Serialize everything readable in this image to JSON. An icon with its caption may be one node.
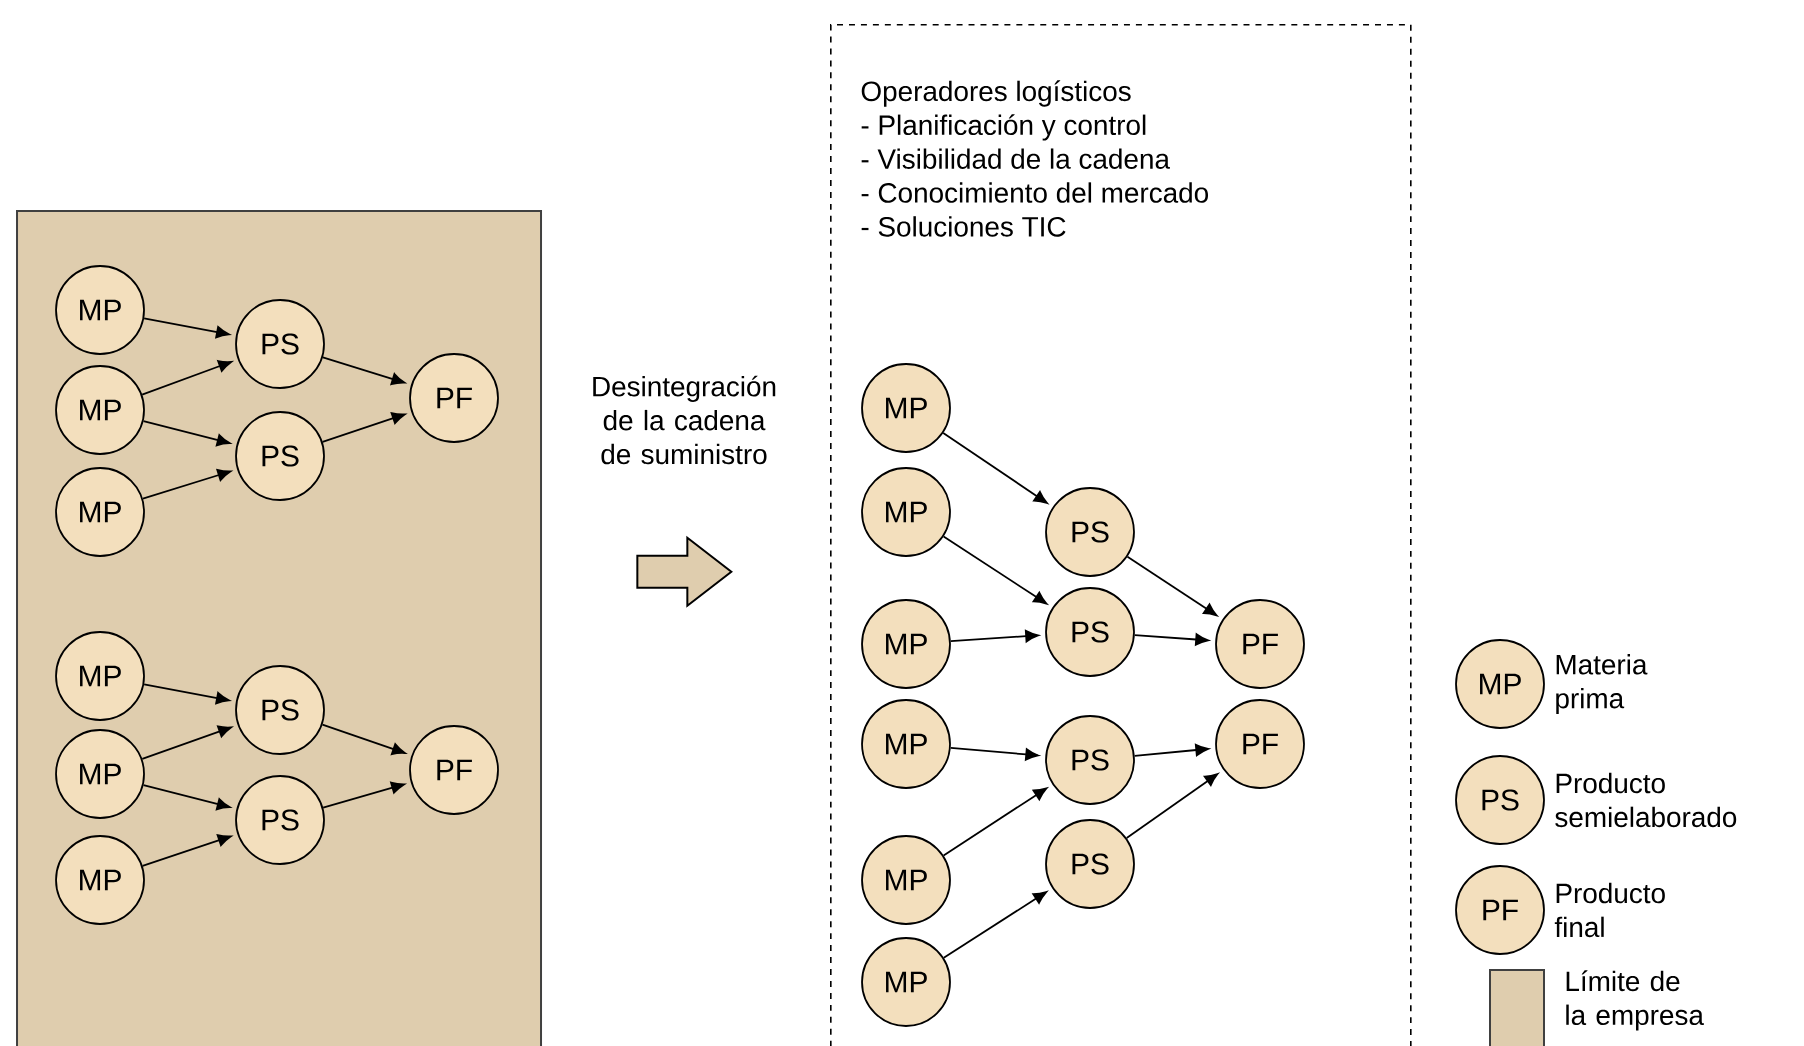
{
  "diagram": {
    "nodes": [
      {
        "text": [],
        "shape": "box"
      },
      {
        "text": [
          "MP"
        ],
        "in": 0
      },
      {
        "text": [
          "MP"
        ],
        "in": 0
      },
      {
        "text": [
          "MP"
        ],
        "in": 0
      },
      {
        "text": [
          "PS"
        ],
        "in": 0
      },
      {
        "text": [
          "PS"
        ],
        "in": 0
      },
      {
        "text": [
          "PF"
        ],
        "in": 0
      },
      {
        "text": [
          "MP"
        ],
        "in": 0
      },
      {
        "text": [
          "MP"
        ],
        "in": 0
      },
      {
        "text": [
          "MP"
        ],
        "in": 0
      },
      {
        "text": [
          "PS"
        ],
        "in": 0
      },
      {
        "text": [
          "PS"
        ],
        "in": 0
      },
      {
        "text": [
          "PF"
        ],
        "in": 0
      },
      {
        "text": [
          "Operadores logísticos",
          "- Planificación y control",
          "- Visibilidad de la cadena",
          "- Conocimiento del mercado",
          "- Soluciones TIC"
        ]
      },
      {
        "text": [
          "MP"
        ],
        "in": 13
      },
      {
        "text": [
          "MP"
        ],
        "in": 13
      },
      {
        "text": [
          "MP"
        ],
        "in": 13
      },
      {
        "text": [
          "MP"
        ],
        "in": 13
      },
      {
        "text": [
          "MP"
        ],
        "in": 13
      },
      {
        "text": [
          "MP"
        ],
        "in": 13
      },
      {
        "text": [
          "PS"
        ],
        "in": 13
      },
      {
        "text": [
          "PS"
        ],
        "in": 13
      },
      {
        "text": [
          "PS"
        ],
        "in": 13
      },
      {
        "text": [
          "PS"
        ],
        "in": 13
      },
      {
        "text": [
          "PF"
        ],
        "in": 13
      },
      {
        "text": [
          "PF"
        ],
        "in": 13
      }
    ],
    "edges": [
      {
        "from": 1,
        "to": 4,
        "arrow": "to"
      },
      {
        "from": 2,
        "to": 4,
        "arrow": "to"
      },
      {
        "from": 2,
        "to": 5,
        "arrow": "to"
      },
      {
        "from": 3,
        "to": 5,
        "arrow": "to"
      },
      {
        "from": 4,
        "to": 6,
        "arrow": "to"
      },
      {
        "from": 5,
        "to": 6,
        "arrow": "to"
      },
      {
        "from": 7,
        "to": 10,
        "arrow": "to"
      },
      {
        "from": 8,
        "to": 10,
        "arrow": "to"
      },
      {
        "from": 8,
        "to": 11,
        "arrow": "to"
      },
      {
        "from": 9,
        "to": 11,
        "arrow": "to"
      },
      {
        "from": 10,
        "to": 12,
        "arrow": "to"
      },
      {
        "from": 11,
        "to": 12,
        "arrow": "to"
      },
      {
        "from": 0,
        "to": 13,
        "arrow": "to",
        "label": "Desintegración de la cadena de suministro",
        "style": "thick"
      },
      {
        "from": 14,
        "to": 20,
        "arrow": "to"
      },
      {
        "from": 15,
        "to": 21,
        "arrow": "to"
      },
      {
        "from": 16,
        "to": 21,
        "arrow": "to"
      },
      {
        "from": 17,
        "to": 22,
        "arrow": "to"
      },
      {
        "from": 18,
        "to": 22,
        "arrow": "to"
      },
      {
        "from": 19,
        "to": 23,
        "arrow": "to"
      },
      {
        "from": 20,
        "to": 24,
        "arrow": "to"
      },
      {
        "from": 21,
        "to": 24,
        "arrow": "to"
      },
      {
        "from": 22,
        "to": 25,
        "arrow": "to"
      },
      {
        "from": 23,
        "to": 25,
        "arrow": "to"
      }
    ],
    "labels": [
      "MP",
      "PS",
      "PF"
    ],
    "legend": [
      {
        "text": "Materia prima"
      },
      {
        "text": "Producto semielaborado"
      },
      {
        "text": "Producto final"
      },
      {
        "text": "Límite de la empresa",
        "color": "#dfcdae"
      }
    ]
  }
}
